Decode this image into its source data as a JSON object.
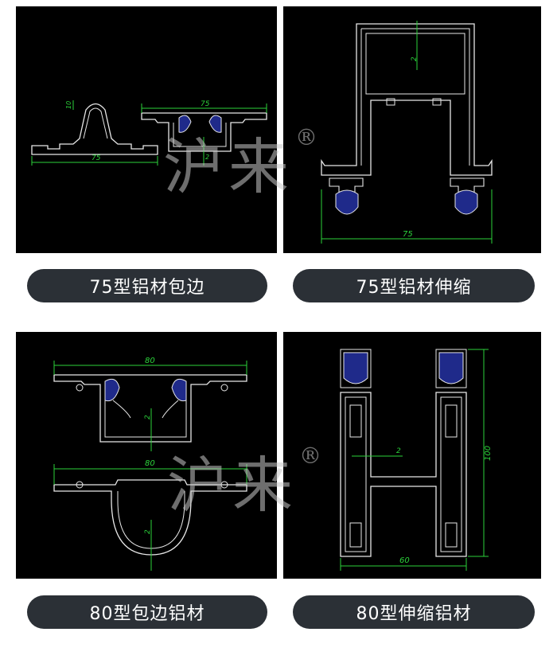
{
  "panels": [
    {
      "caption": "75型铝材包边",
      "dims": {
        "top": "75",
        "bottom": "75",
        "thick": "2",
        "small": "10"
      }
    },
    {
      "caption": "75型铝材伸缩",
      "dims": {
        "width": "75",
        "thick": "2"
      }
    },
    {
      "caption": "80型包边铝材",
      "dims": {
        "top": "80",
        "bottom": "80",
        "thick1": "2",
        "thick2": "2"
      }
    },
    {
      "caption": "80型伸缩铝材",
      "dims": {
        "height": "100",
        "width": "60",
        "thick": "2"
      }
    }
  ],
  "watermark": {
    "text": "沪来",
    "mark": "R"
  },
  "colors": {
    "panel_bg": "#000000",
    "profile": "#e8e8e8",
    "dimension": "#2bd23a",
    "gasket": "#1f2a8a",
    "pill_bg": "#2b3036"
  }
}
